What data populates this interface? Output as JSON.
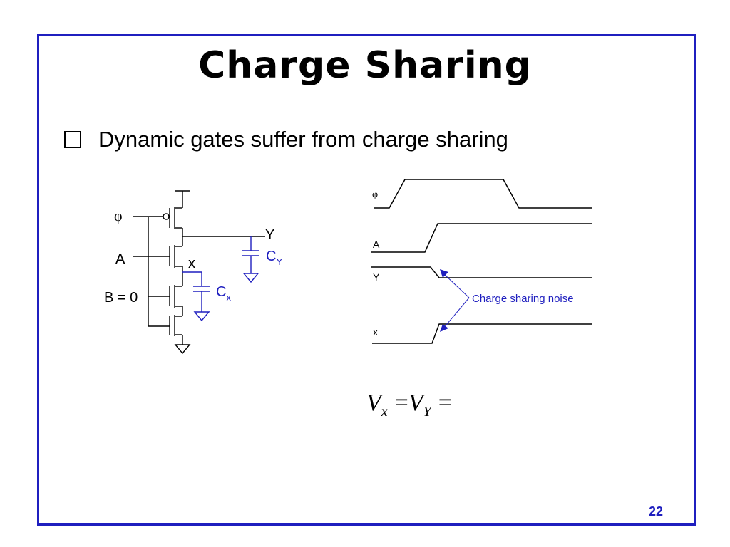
{
  "slide": {
    "title": "Charge Sharing",
    "bullet": "Dynamic gates suffer from charge sharing",
    "page_number": "22"
  },
  "schematic": {
    "phi": "φ",
    "a": "A",
    "b": "B = 0",
    "y": "Y",
    "x": "x",
    "cy_main": "C",
    "cy_sub": "Y",
    "cx_main": "C",
    "cx_sub": "x"
  },
  "waveforms": {
    "phi": "φ",
    "a": "A",
    "y": "Y",
    "x": "x",
    "annotation": "Charge sharing noise"
  },
  "equation": {
    "v1": "V",
    "v1_sub": "x",
    "eq1": "=",
    "v2": "V",
    "v2_sub": "Y",
    "eq2": "="
  },
  "colors": {
    "frame": "#1f1fbf",
    "accent": "#1f1fbf",
    "wire": "#000000"
  }
}
